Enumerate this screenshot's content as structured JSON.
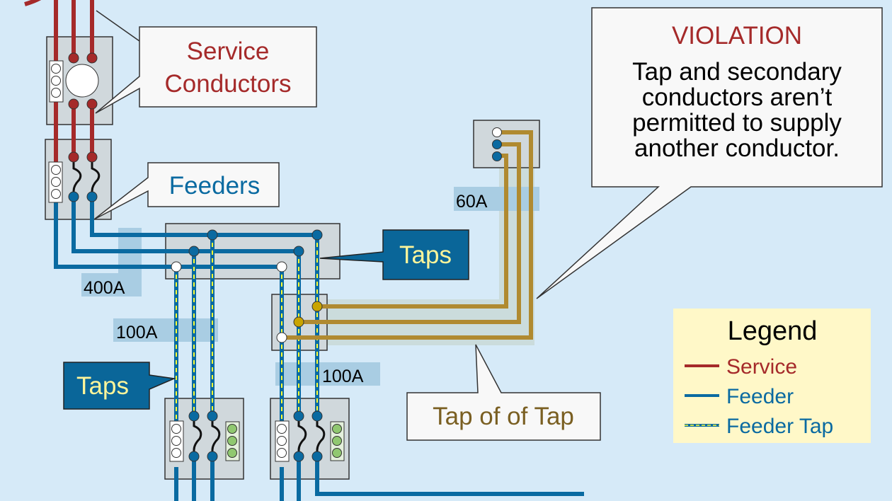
{
  "colors": {
    "background": "#d6eaf8",
    "service": "#a52a2a",
    "feeder": "#0a6aa1",
    "tap_dash": "#ffff33",
    "tap_of_tap": "#b08a30",
    "panel": "#d0d8dc",
    "callout_bg": "#f8f8f8",
    "callout_blue": "#0a6699",
    "callout_blue_text": "#fff59a",
    "legend_bg": "#fff8c8",
    "ampacity_bg": "#a9cde3"
  },
  "callouts": {
    "service_conductors": [
      "Service",
      "Conductors"
    ],
    "feeders": "Feeders",
    "taps_upper": "Taps",
    "taps_lower": "Taps",
    "tap_of_tap": "Tap of of Tap",
    "violation_title": "VIOLATION",
    "violation_body": [
      "Tap and secondary",
      "conductors aren’t",
      "permitted to supply",
      "another conductor."
    ]
  },
  "ampacity_labels": {
    "feeder": "400A",
    "tap_left": "100A",
    "tap_right": "100A",
    "tap_of_tap": "60A"
  },
  "legend": {
    "title": "Legend",
    "items": [
      {
        "label": "Service",
        "type": "service"
      },
      {
        "label": "Feeder",
        "type": "feeder"
      },
      {
        "label": "Feeder Tap",
        "type": "feeder-tap"
      }
    ]
  }
}
